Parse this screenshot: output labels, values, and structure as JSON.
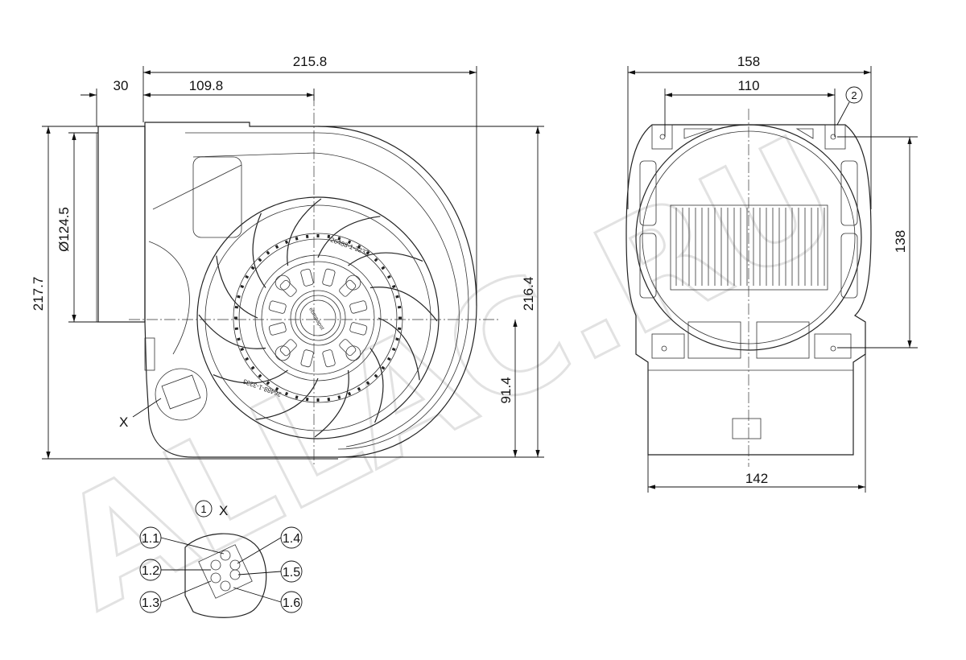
{
  "watermark": "ALLAC.RU",
  "front_view": {
    "dimensions": {
      "overall_width": "215.8",
      "inlet_depth": "30",
      "axis_offset": "109.8",
      "overall_height": "217.7",
      "inlet_diameter": "Ø124.5",
      "housing_height": "216.4",
      "axis_height": "91.4"
    },
    "connector_callout": "X",
    "rotor_marking_1": "26488-1-3233",
    "rotor_marking_2": "26488-1-3233",
    "rotor_logo": "ebmpapst"
  },
  "side_view": {
    "dimensions": {
      "overall_width": "158",
      "mount_spacing": "110",
      "mount_height": "138",
      "motor_width": "142"
    },
    "balloon": "2"
  },
  "connector_detail": {
    "balloon": "1",
    "title": "X",
    "pins": [
      "1.1",
      "1.2",
      "1.3",
      "1.4",
      "1.5",
      "1.6"
    ]
  }
}
